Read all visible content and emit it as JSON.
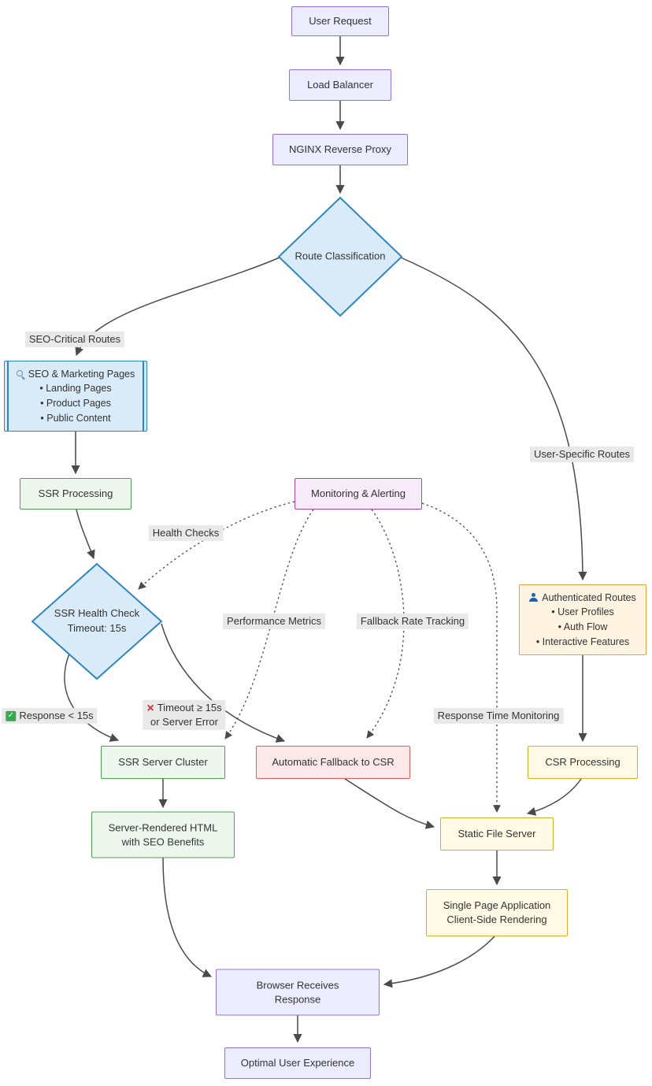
{
  "nodes": {
    "user_request": {
      "label": "User Request"
    },
    "load_balancer": {
      "label": "Load Balancer"
    },
    "nginx_proxy": {
      "label": "NGINX Reverse Proxy"
    },
    "route_classification": {
      "label": "Route Classification"
    },
    "seo_pages": {
      "title": "SEO & Marketing Pages",
      "icon": "search-icon",
      "items": [
        "• Landing Pages",
        "• Product Pages",
        "• Public Content"
      ]
    },
    "ssr_processing": {
      "label": "SSR Processing"
    },
    "monitoring": {
      "label": "Monitoring & Alerting"
    },
    "ssr_health_check": {
      "line1": "SSR Health Check",
      "line2": "Timeout: 15s"
    },
    "auth_routes": {
      "title": "Authenticated Routes",
      "icon": "user-icon",
      "items": [
        "• User Profiles",
        "• Auth Flow",
        "• Interactive Features"
      ]
    },
    "ssr_cluster": {
      "label": "SSR Server Cluster"
    },
    "auto_fallback": {
      "label": "Automatic Fallback to CSR"
    },
    "csr_processing": {
      "label": "CSR Processing"
    },
    "server_rendered": {
      "line1": "Server-Rendered HTML",
      "line2": "with SEO Benefits"
    },
    "static_file_server": {
      "label": "Static File Server"
    },
    "spa": {
      "line1": "Single Page Application",
      "line2": "Client-Side Rendering"
    },
    "browser_response": {
      "line1": "Browser Receives",
      "line2": "Response"
    },
    "optimal_ux": {
      "label": "Optimal User Experience"
    }
  },
  "edge_labels": {
    "seo_critical": "SEO-Critical Routes",
    "user_specific": "User-Specific Routes",
    "health_checks": "Health Checks",
    "performance_metrics": "Performance Metrics",
    "fallback_rate": "Fallback Rate Tracking",
    "response_time": "Response Time Monitoring",
    "response_ok": "Response < 15s",
    "timeout_line1": "Timeout ≥ 15s",
    "timeout_line2": "or Server Error"
  },
  "icons": {
    "check": "✓",
    "cross": "×",
    "seo_title_icon": "search-icon",
    "auth_title_icon": "user-icon"
  },
  "colors": {
    "lavender_fill": "#ECECFF",
    "lavender_border": "#9370DB",
    "blue_fill": "#D9EBF9",
    "blue_border": "#2E86C1",
    "green_fill": "#EDF7ED",
    "green_border": "#4E9E52",
    "purple_fill": "#F7EAF9",
    "purple_border": "#AB47BC",
    "orange_fill": "#FFF4E1",
    "orange_border": "#EC9F3F",
    "red_fill": "#FBE9E9",
    "red_border": "#DD5C5C",
    "yellow_fill": "#FFFAE6",
    "yellow_border": "#D9AE28",
    "edge_label_bg": "#E8E8E8",
    "edge_stroke": "#4A4A4A",
    "check_green": "#36A94C",
    "cross_red": "#E02D2D",
    "user_icon_blue": "#1565C0"
  }
}
